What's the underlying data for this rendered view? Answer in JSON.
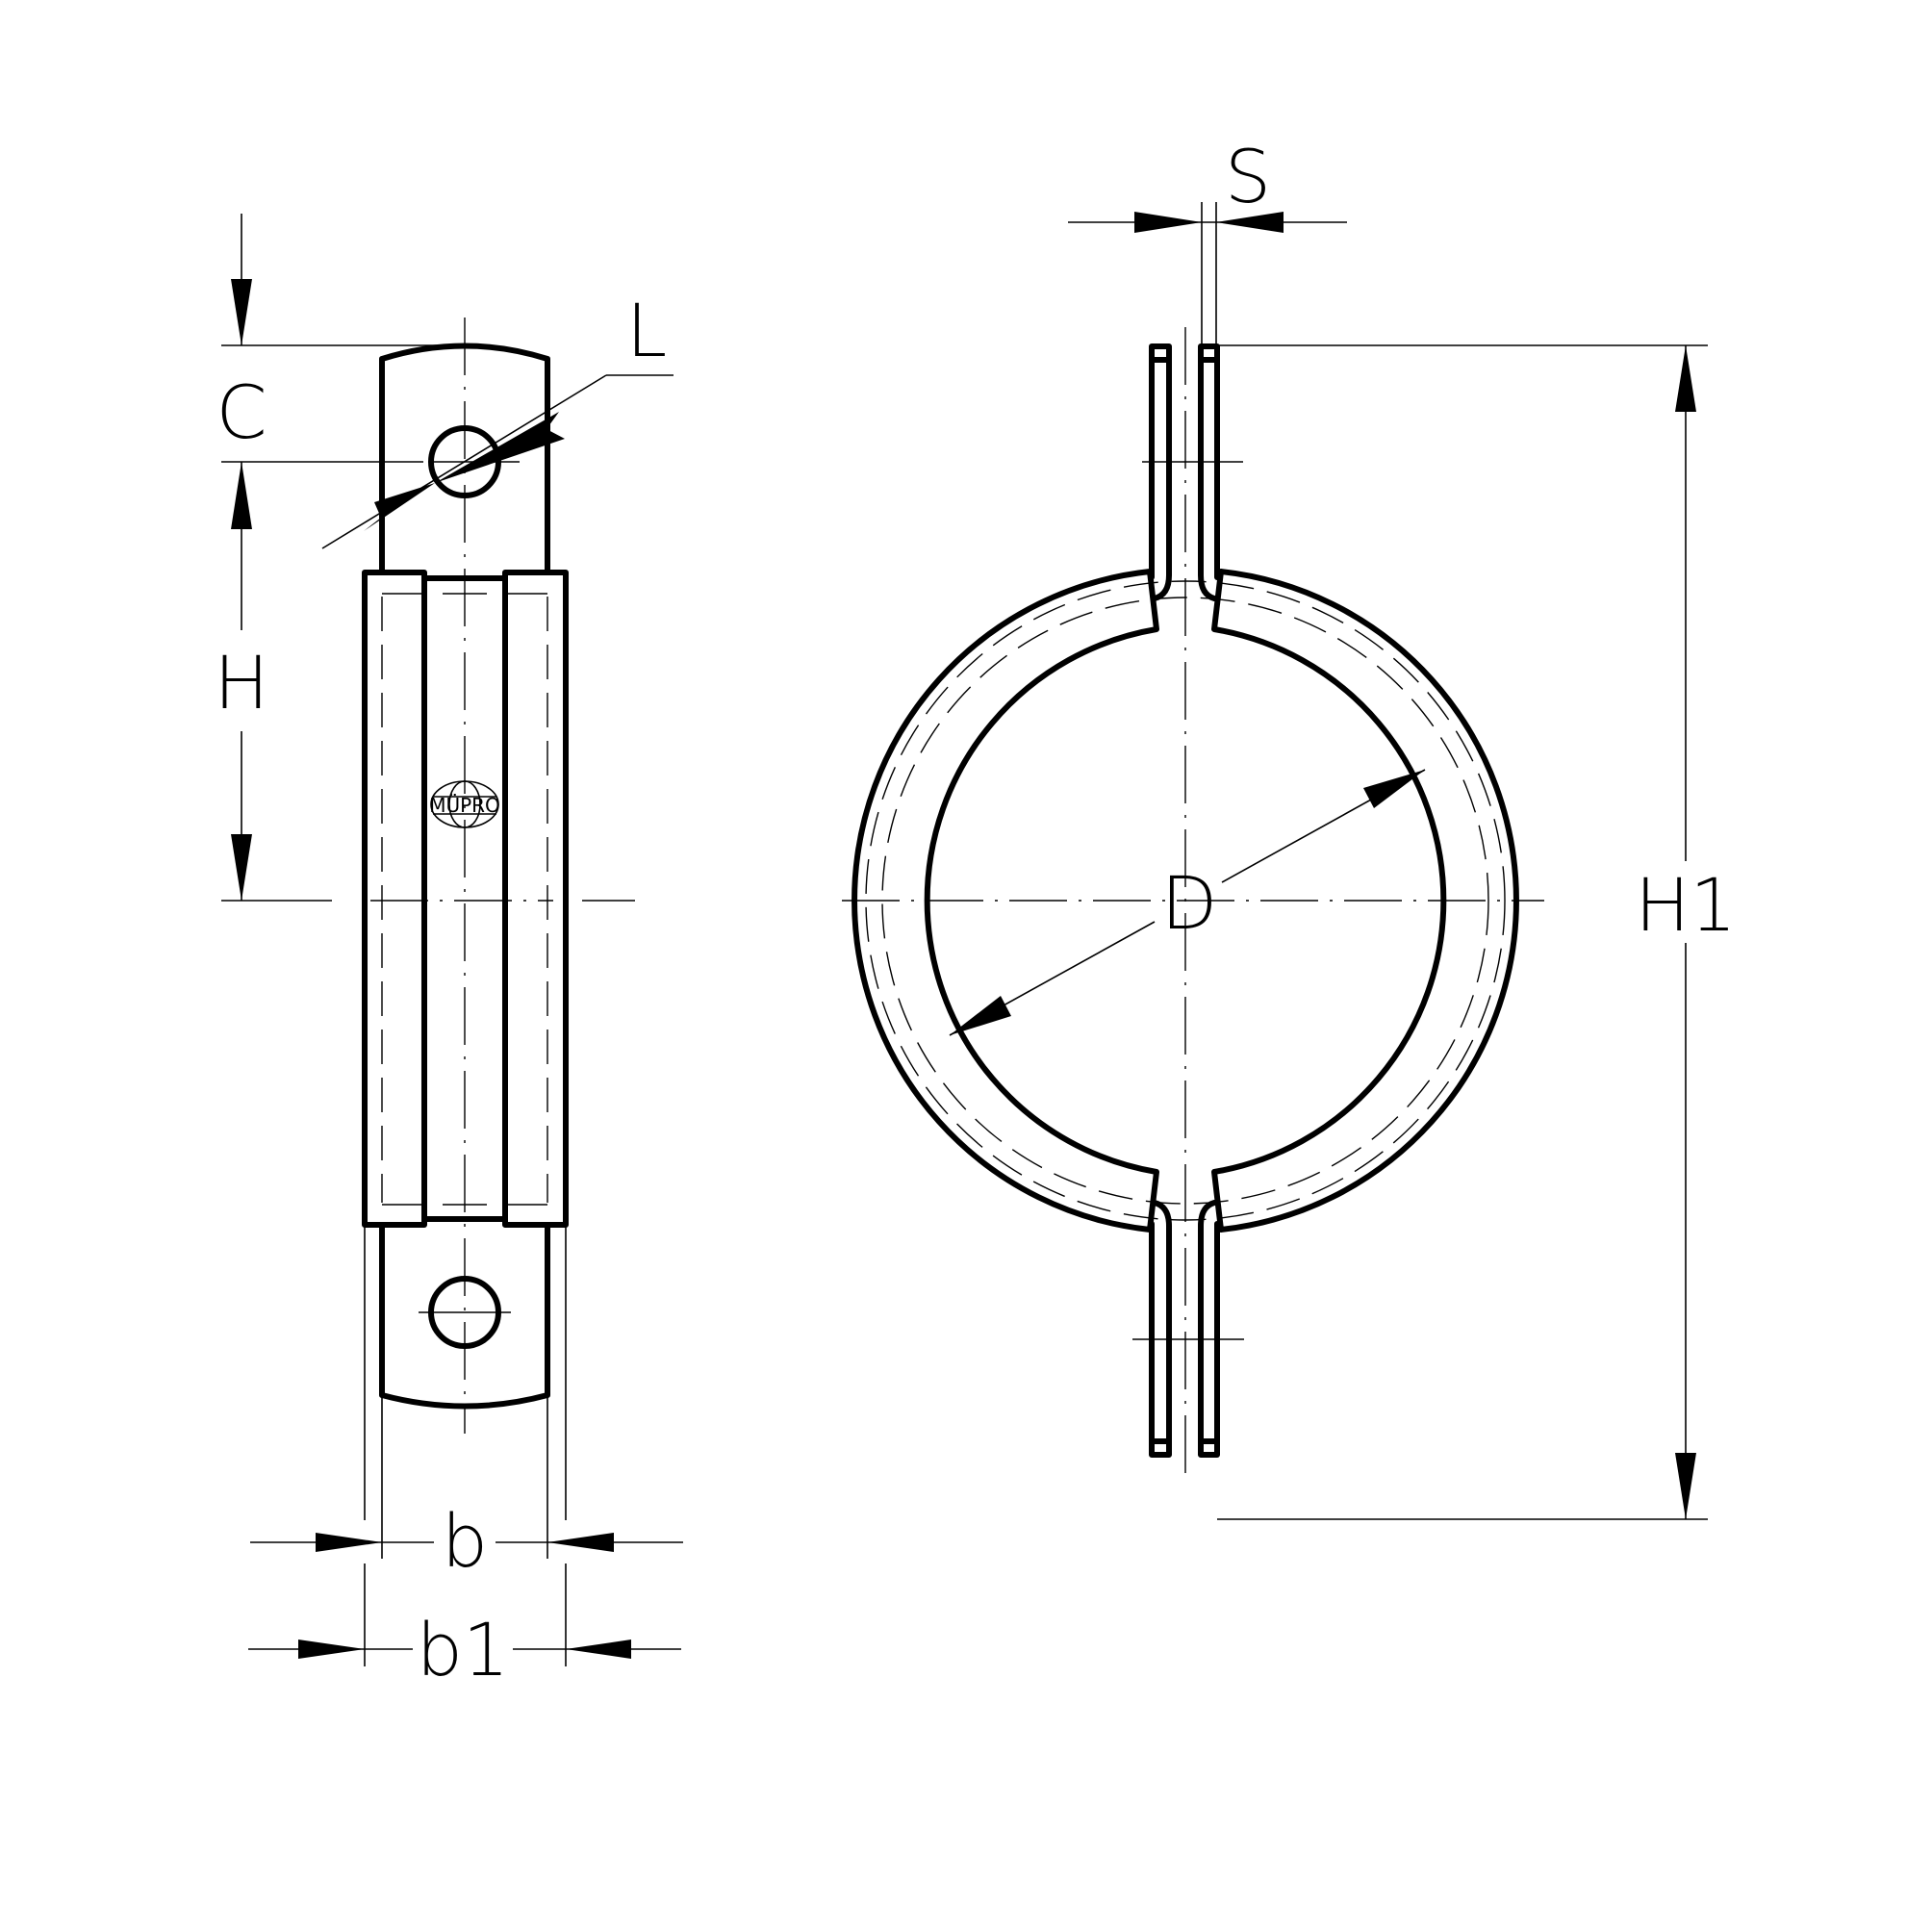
{
  "drawing": {
    "subject": "Pipe clamp technical drawing",
    "views": [
      "side view",
      "front view"
    ],
    "logo": "MÜPRO",
    "colors": {
      "line": "#000000",
      "background": "#ffffff"
    }
  },
  "dimensions": {
    "C": "C",
    "H": "H",
    "L": "L",
    "b": "b",
    "b1": "b1",
    "S": "S",
    "D": "D",
    "H1": "H1"
  }
}
